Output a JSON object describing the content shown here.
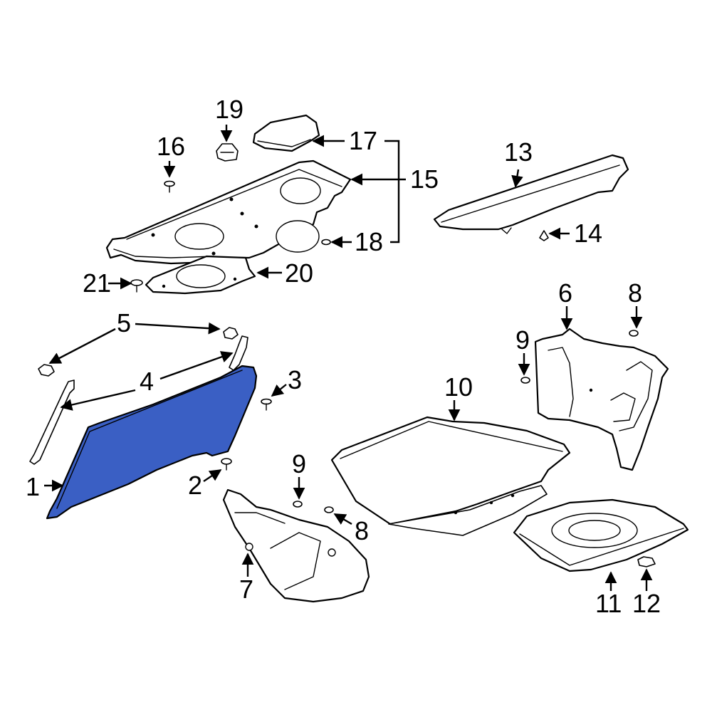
{
  "colors": {
    "background": "#ffffff",
    "line": "#000000",
    "highlight": "#3a5fc4"
  },
  "highlighted_part": "1",
  "callouts": {
    "c1": "1",
    "c2": "2",
    "c3": "3",
    "c4": "4",
    "c5": "5",
    "c6": "6",
    "c7": "7",
    "c8a": "8",
    "c8b": "8",
    "c9a": "9",
    "c9b": "9",
    "c10": "10",
    "c11": "11",
    "c12": "12",
    "c13": "13",
    "c14": "14",
    "c15": "15",
    "c16": "16",
    "c17": "17",
    "c18": "18",
    "c19": "19",
    "c20": "20",
    "c21": "21"
  }
}
